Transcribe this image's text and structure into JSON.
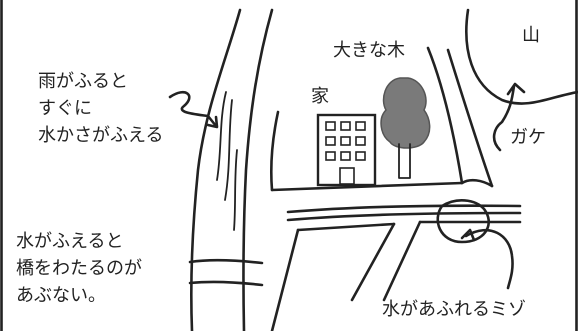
{
  "labels": {
    "rain": [
      "雨がふると",
      "すぐに",
      "水かさがふえる"
    ],
    "bridge": [
      "水がふえると",
      "橋をわたるのが",
      "あぶない。"
    ],
    "house": "家",
    "big_tree": "大きな木",
    "mountain": "山",
    "cliff": "ガケ",
    "ditch": "水があふれるミゾ"
  },
  "icons": [
    "river",
    "bridge",
    "house-building",
    "big-tree",
    "mountain-outline",
    "cliff-arrow",
    "ditch-circle",
    "road"
  ],
  "colors": {
    "ink": "#222222",
    "tree": "#7a7a7a",
    "background": "#ffffff"
  }
}
